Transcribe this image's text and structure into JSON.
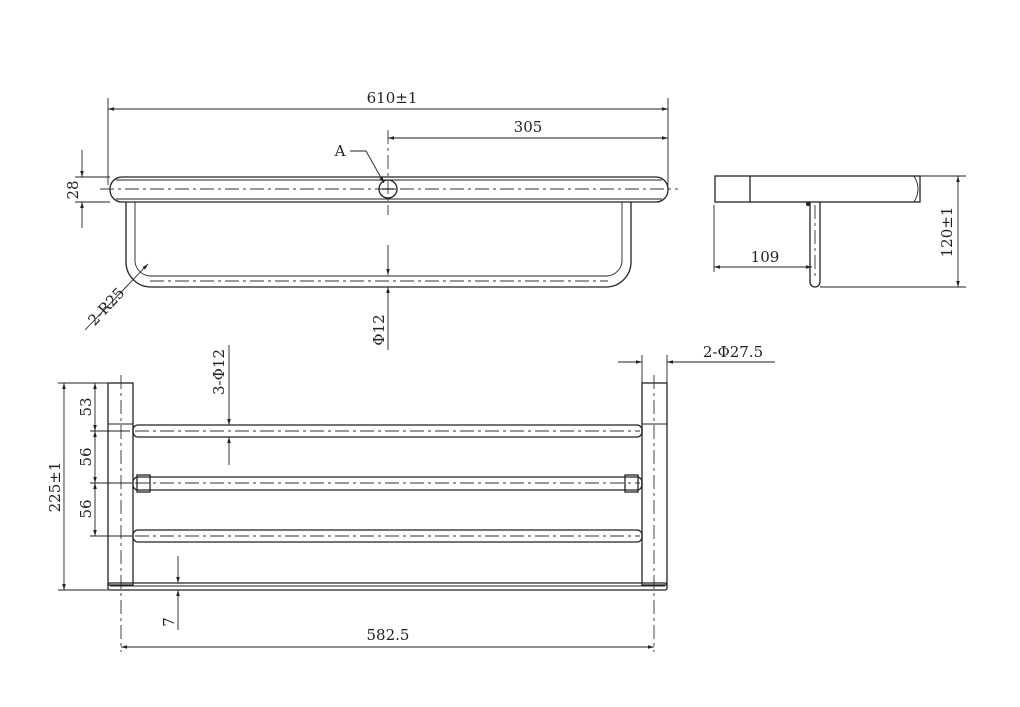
{
  "top_view": {
    "overall_width": "610±1",
    "half_width": "305",
    "height": "28",
    "detail_label": "A",
    "bend_radius": "2-R25",
    "rod_diameter": "Φ12"
  },
  "side_view": {
    "depth": "109",
    "total_height": "120±1"
  },
  "front_view": {
    "total_height": "225±1",
    "spacing_top": "53",
    "spacing_middle": "56",
    "spacing_bottom": "56",
    "bar_diameter": "3-Φ12",
    "post_diameter": "2-Φ27.5",
    "plate_thickness": "7",
    "center_distance": "582.5"
  }
}
